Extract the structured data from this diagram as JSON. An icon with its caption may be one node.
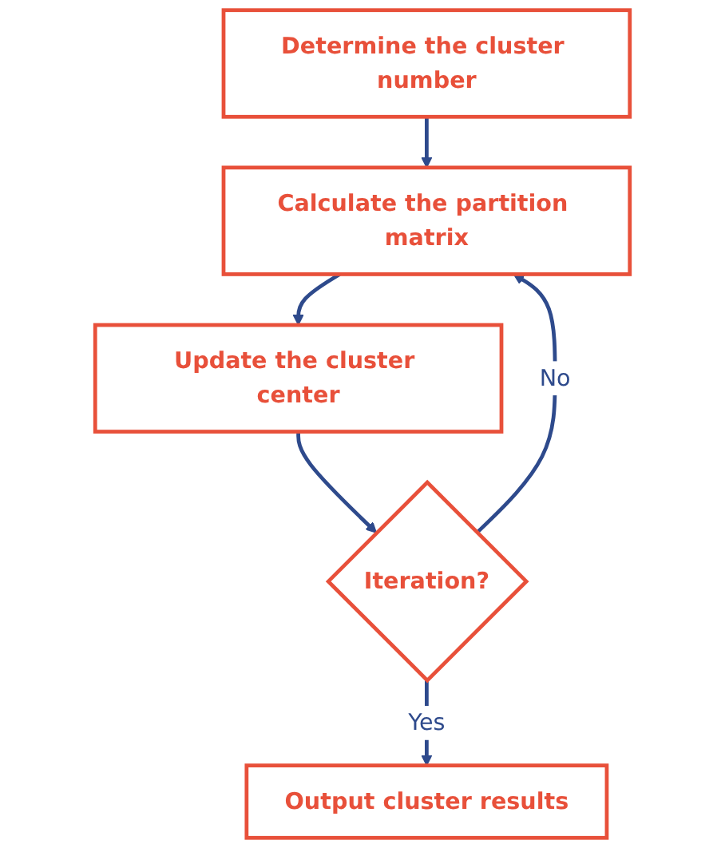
{
  "diagram": {
    "nodes": [
      {
        "text": [
          "Determine the cluster number"
        ]
      },
      {
        "text": [
          "Calculate the partition matrix"
        ]
      },
      {
        "text": [
          "Update the cluster center"
        ]
      },
      {
        "text": [
          "Iteration?"
        ]
      },
      {
        "text": [
          "Output cluster results"
        ]
      }
    ],
    "edges": [
      {
        "from": 0,
        "to": 1,
        "arrow": "to"
      },
      {
        "from": 1,
        "to": 2,
        "arrow": "to"
      },
      {
        "from": 2,
        "to": 3,
        "arrow": "to"
      },
      {
        "from": 3,
        "to": 1,
        "arrow": "to",
        "label": "No"
      },
      {
        "from": 3,
        "to": 4,
        "arrow": "to",
        "label": "Yes"
      }
    ]
  }
}
